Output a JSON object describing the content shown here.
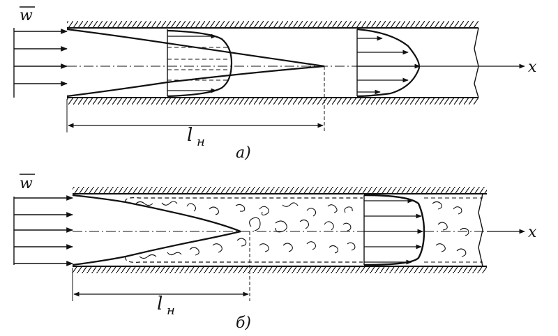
{
  "panel_a": {
    "velocity_label": "w",
    "axis_label": "x",
    "length_label": "l",
    "length_subscript": "н",
    "caption": "а)"
  },
  "panel_b": {
    "velocity_label": "w",
    "axis_label": "x",
    "length_label": "l",
    "length_subscript": "н",
    "caption": "б)"
  }
}
